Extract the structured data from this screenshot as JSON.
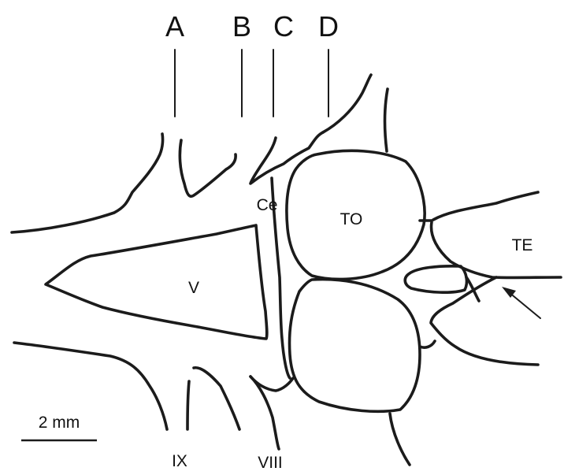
{
  "section_labels": [
    "A",
    "B",
    "C",
    "D"
  ],
  "structures": {
    "cerebellum": "Ce",
    "optic_tectum": "TO",
    "telencephalon": "TE",
    "vagal_lobe": "V"
  },
  "nerves": {
    "glossopharyngeal": "IX",
    "acoustic": "VIII"
  },
  "scale_bar": "2 mm",
  "colors": {
    "ink": "#1b1b1b",
    "background": "#ffffff"
  }
}
